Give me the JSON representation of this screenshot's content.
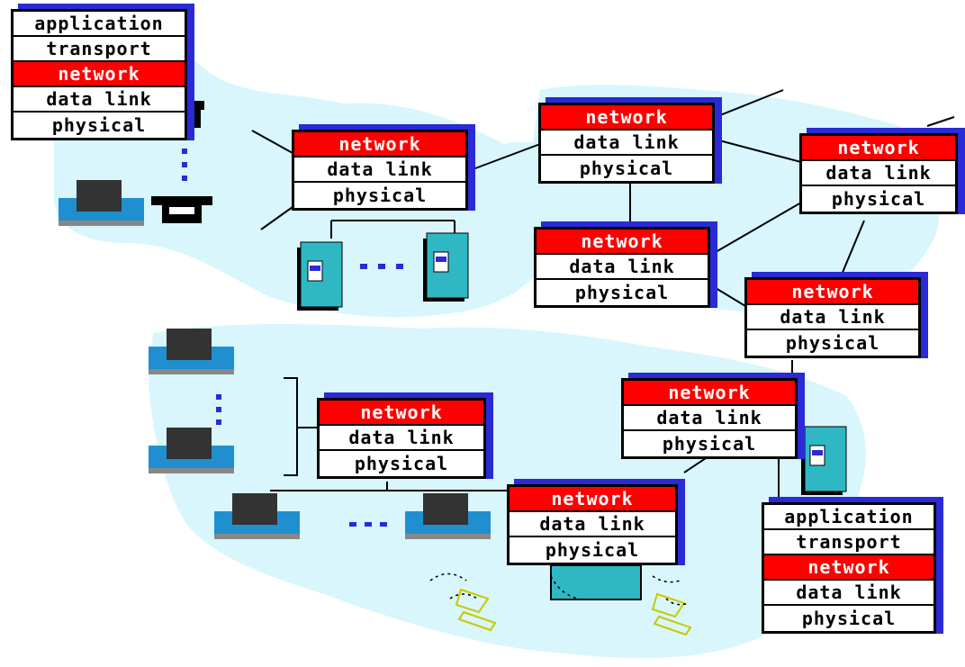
{
  "colors": {
    "network_layer_fill": "#ff0000",
    "network_layer_text": "#ffffff",
    "stack_shadow": "#2a2ad6",
    "cloud_fill": "#d8f6fb",
    "host_teal": "#2fb8c4",
    "dots": "#2a2ad6"
  },
  "stacks": {
    "host_top_left": [
      "application",
      "transport",
      "network",
      "data link",
      "physical"
    ],
    "router_1": [
      "network",
      "data link",
      "physical"
    ],
    "router_2": [
      "network",
      "data link",
      "physical"
    ],
    "router_3": [
      "network",
      "data link",
      "physical"
    ],
    "router_4": [
      "network",
      "data link",
      "physical"
    ],
    "router_5": [
      "network",
      "data link",
      "physical"
    ],
    "router_6": [
      "network",
      "data link",
      "physical"
    ],
    "router_7": [
      "network",
      "data link",
      "physical"
    ],
    "router_8": [
      "network",
      "data link",
      "physical"
    ],
    "host_bottom_right": [
      "application",
      "transport",
      "network",
      "data link",
      "physical"
    ]
  },
  "icons": [
    "desktop-computer-icon",
    "telephone-icon",
    "server-tower-icon",
    "wireless-laptop-icon"
  ]
}
